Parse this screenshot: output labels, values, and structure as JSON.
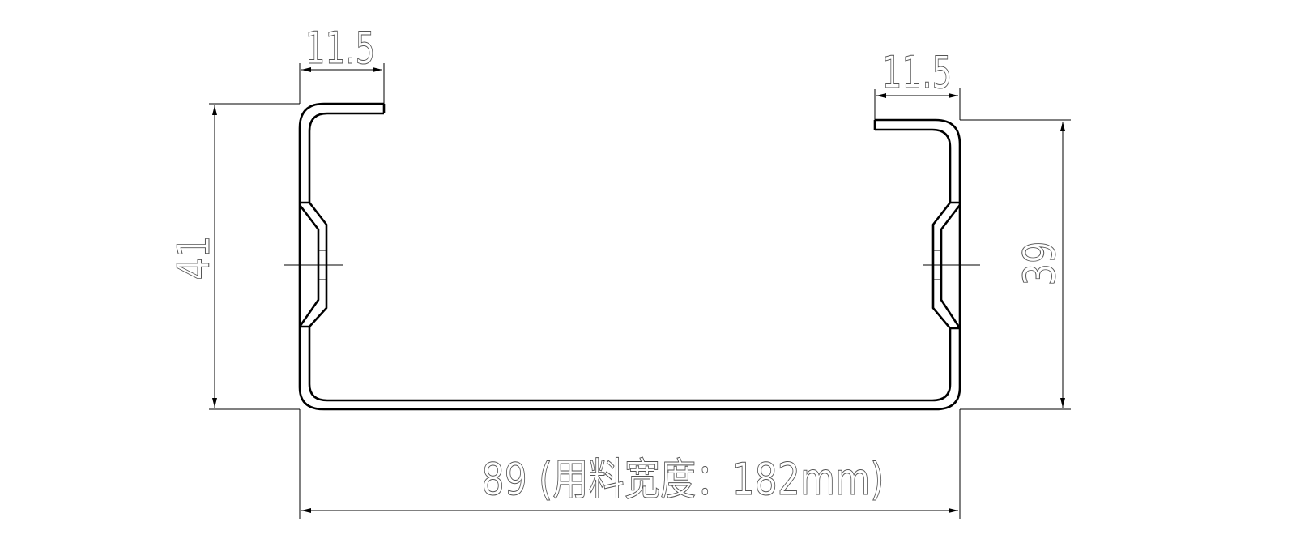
{
  "drawing": {
    "dimensions": {
      "left_height": "41",
      "right_height": "39",
      "left_flange": "11.5",
      "right_flange": "11.5",
      "width": "89 (用料宽度：182mm)"
    },
    "line_color": "#000000",
    "text_color": "#555555"
  }
}
